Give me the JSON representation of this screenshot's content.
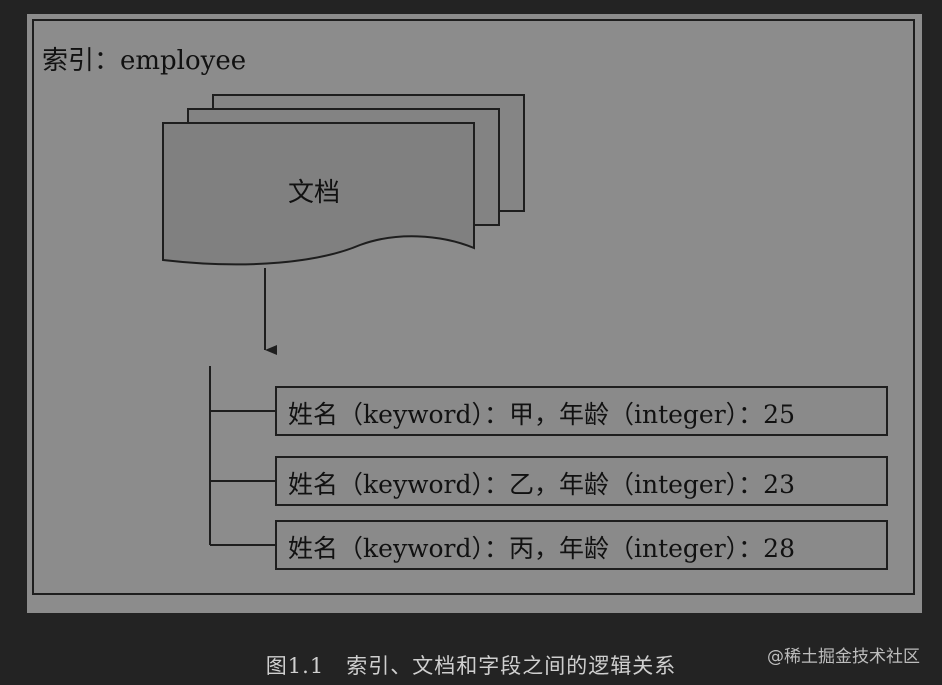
{
  "index": {
    "label": "索引：employee"
  },
  "document": {
    "label": "文档"
  },
  "fields": [
    {
      "text": "姓名（keyword）：甲，年龄（integer）：25"
    },
    {
      "text": "姓名（keyword）：乙，年龄（integer）：23"
    },
    {
      "text": "姓名（keyword）：丙，年龄（integer）：28"
    }
  ],
  "caption": "图1.1　索引、文档和字段之间的逻辑关系",
  "watermark": "@稀土掘金技术社区",
  "colors": {
    "page_background": "#232323",
    "panel_fill": "#8c8c8c",
    "document_fill": "#808080",
    "stroke": "#1e1e1e"
  }
}
